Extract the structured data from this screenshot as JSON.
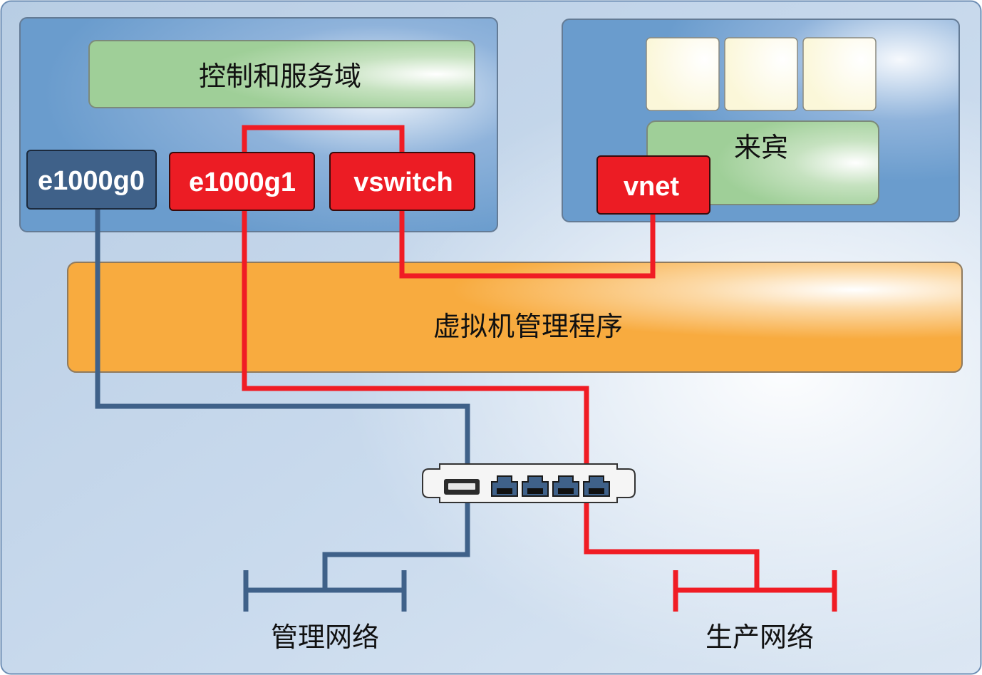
{
  "control_domain": {
    "title": "控制和服务域"
  },
  "interfaces": {
    "mgmt_nic": "e1000g0",
    "prod_nic": "e1000g1",
    "vswitch": "vswitch"
  },
  "guest_domain": {
    "title": "来宾",
    "vnet": "vnet",
    "app_slots": 3
  },
  "hypervisor": {
    "title": "虚拟机管理程序"
  },
  "nic_card": {
    "usb_ports": 1,
    "ethernet_ports": 4
  },
  "networks": {
    "management": "管理网络",
    "production": "生产网络"
  },
  "colors": {
    "management_line": "#3f6189",
    "production_line": "#f01c24",
    "domain_box": "#6b9bcc",
    "hypervisor": "#f8ac40",
    "service_label": "#a3d09c",
    "guest_app": "#fdfbe4"
  }
}
